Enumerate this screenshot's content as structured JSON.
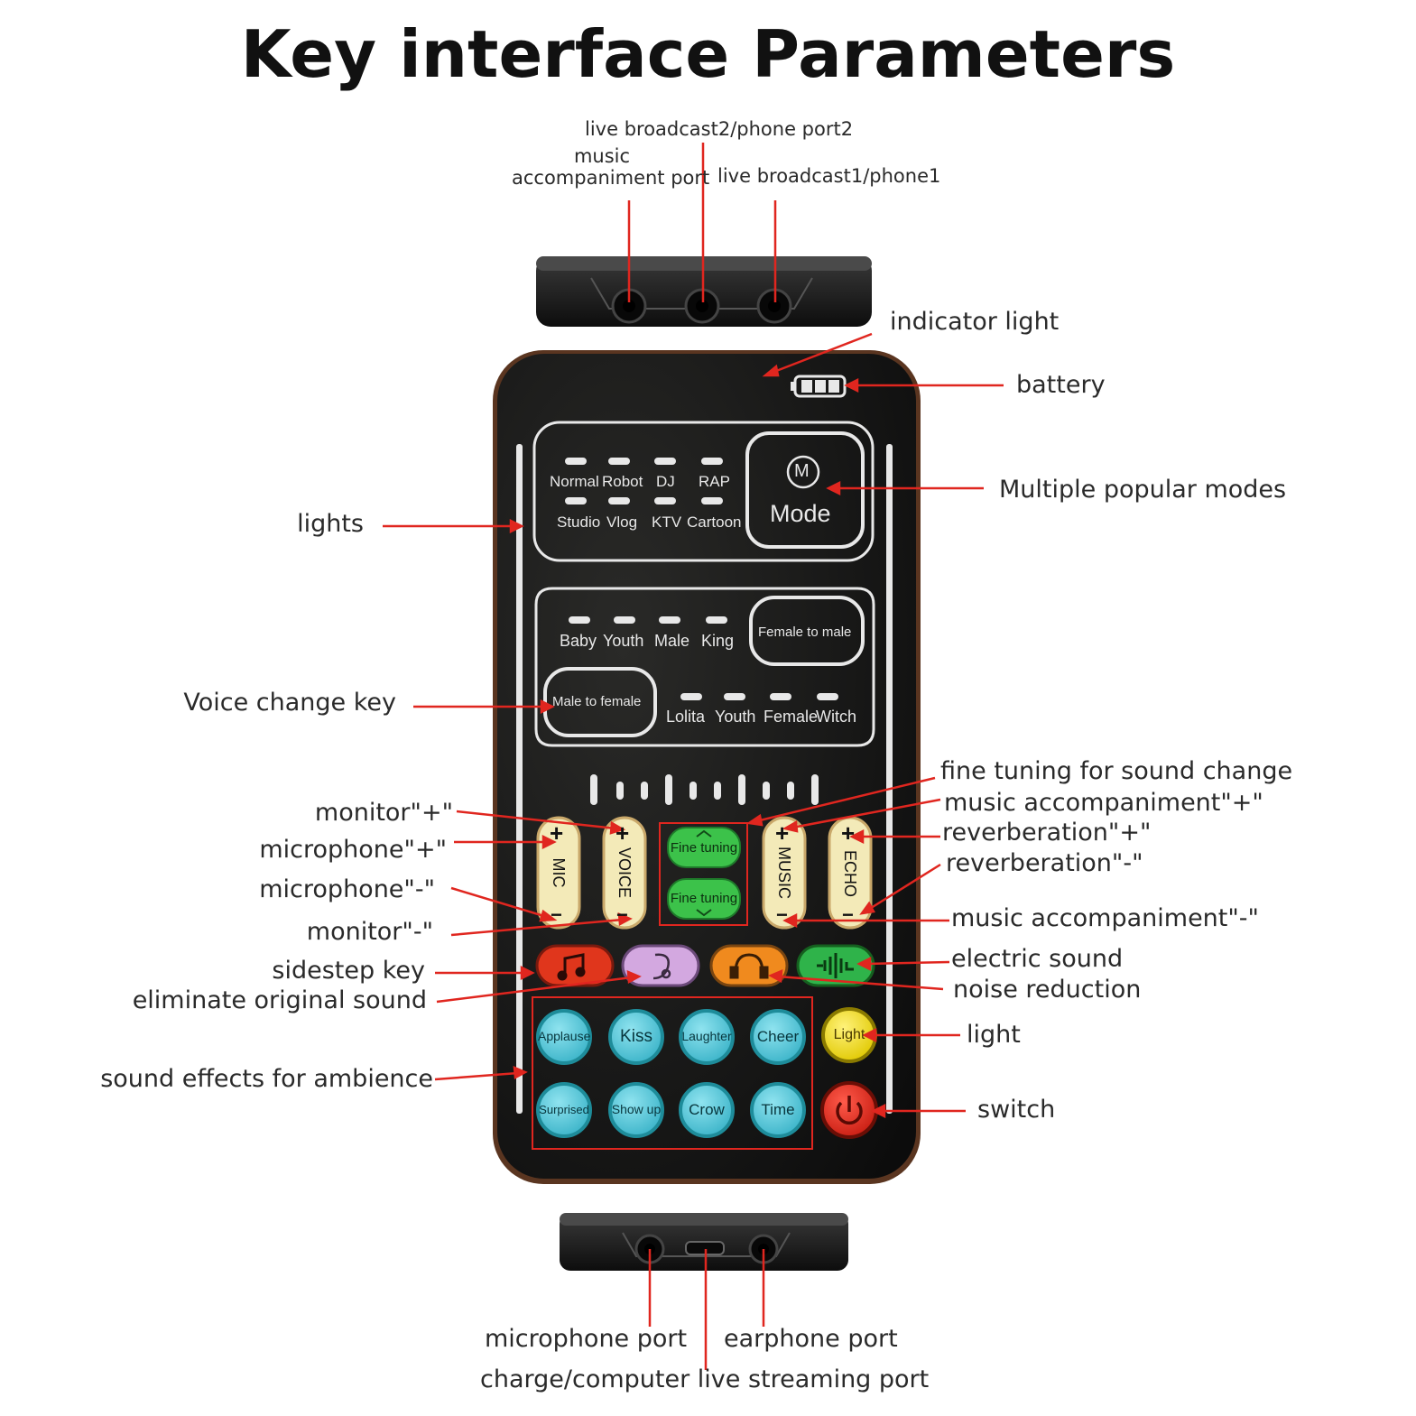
{
  "title": "Key interface Parameters",
  "colors": {
    "arrow": "#e0261f",
    "body": "#141414",
    "slider": "#f3eab8",
    "fine": "#3cc24a",
    "effect": "#49c2d6"
  },
  "top_ports": {
    "port2": "live broadcast2/phone port2",
    "music_line1": "music",
    "music_line2": "accompaniment port",
    "port1": "live broadcast1/phone1"
  },
  "right_labels": {
    "indicator": "indicator light",
    "battery": "battery",
    "modes": "Multiple popular modes",
    "fine": "fine tuning for sound change",
    "music_plus": "music accompaniment\"+\"",
    "reverb_plus": "reverberation\"+\"",
    "reverb_minus": "reverberation\"-\"",
    "music_minus": "music accompaniment\"-\"",
    "electric": "electric sound",
    "noise": "noise reduction",
    "light": "light",
    "switch": "switch"
  },
  "left_labels": {
    "lights": "lights",
    "voice_change": "Voice change key",
    "monitor_plus": "monitor\"+\"",
    "mic_plus": "microphone\"+\"",
    "mic_minus": "microphone\"-\"",
    "monitor_minus": "monitor\"-\"",
    "sidestep": "sidestep key",
    "eliminate": "eliminate original sound",
    "ambience": "sound effects for ambience"
  },
  "bottom_ports": {
    "mic": "microphone port",
    "earphone": "earphone port",
    "charge": "charge/computer live streaming port"
  },
  "device": {
    "modes_row1": [
      "Normal",
      "Robot",
      "DJ",
      "RAP"
    ],
    "modes_row2": [
      "Studio",
      "Vlog",
      "KTV",
      "Cartoon"
    ],
    "mode_icon": "M",
    "mode_label": "Mode",
    "voice_row1": [
      "Baby",
      "Youth",
      "Male",
      "King"
    ],
    "female_to_male": "Female to male",
    "male_to_female": "Male to female",
    "voice_row2": [
      "Lolita",
      "Youth",
      "Female",
      "Witch"
    ],
    "sliders": [
      "MIC",
      "VOICE",
      "MUSIC",
      "ECHO"
    ],
    "fine_up": "Fine tuning",
    "fine_down": "Fine tuning",
    "effects_row1": [
      "Applause",
      "Kiss",
      "Laughter",
      "Cheer"
    ],
    "effects_row2": [
      "Surprised",
      "Show up",
      "Crow",
      "Time"
    ],
    "light_btn": "Light",
    "plus": "+",
    "minus": "−"
  }
}
